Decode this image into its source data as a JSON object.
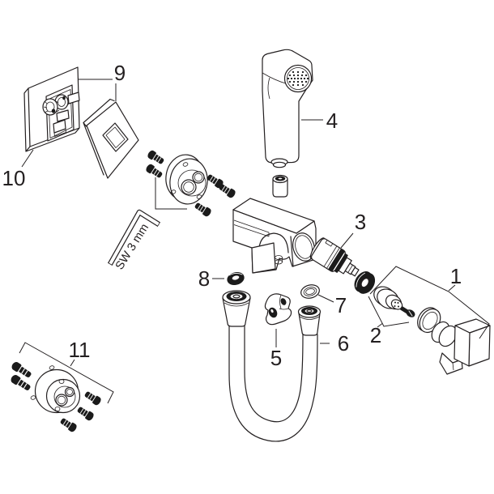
{
  "diagram": {
    "kind": "exploded-parts-diagram",
    "subject": "hand-spray-fitting-spare-parts",
    "paper_color": "#ffffff",
    "ink_color": "#231f20",
    "tool_label": "SW 3 mm",
    "labels": [
      "1",
      "2",
      "3",
      "4",
      "5",
      "6",
      "7",
      "8",
      "9",
      "10",
      "11"
    ]
  }
}
